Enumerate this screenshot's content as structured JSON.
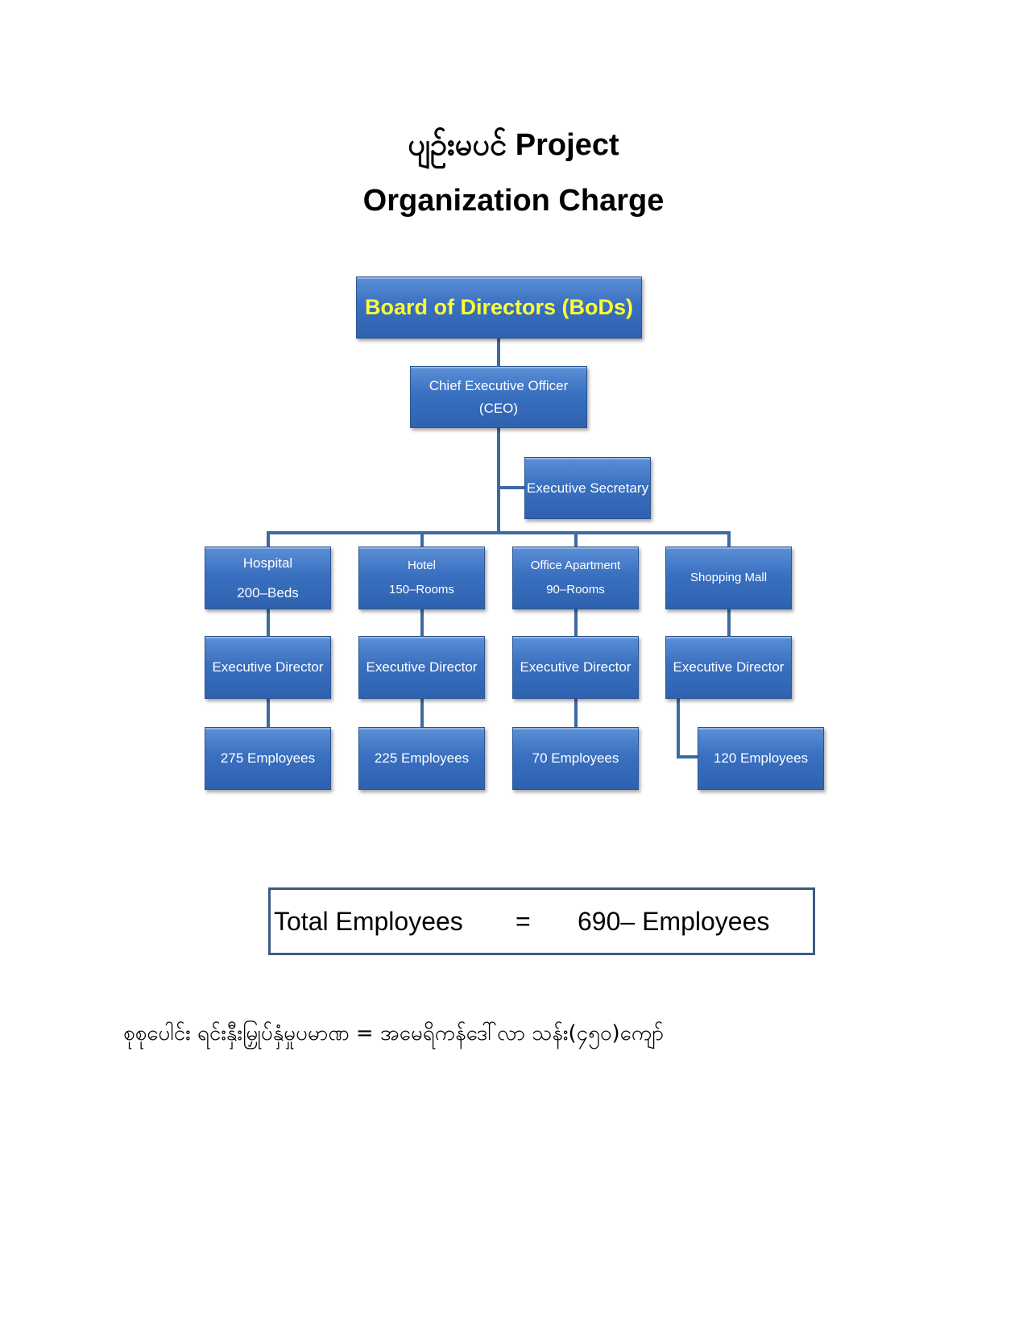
{
  "title": {
    "line1": "ပျဉ်းမပင် Project",
    "line2": "Organization Charge"
  },
  "bod": "Board of Directors (BoDs)",
  "ceo": {
    "line1": "Chief Executive Officer",
    "line2": "(CEO)"
  },
  "secretary": "Executive Secretary",
  "divisions": [
    {
      "name": "Hospital",
      "capacity": "200–Beds",
      "director": "Executive Director",
      "employees": "275 Employees"
    },
    {
      "name": "Hotel",
      "capacity": "150–Rooms",
      "director": "Executive Director",
      "employees": "225 Employees"
    },
    {
      "name": "Office Apartment",
      "capacity": "90–Rooms",
      "director": "Executive Director",
      "employees": "70 Employees"
    },
    {
      "name": "Shopping Mall",
      "capacity": "",
      "director": "Executive Director",
      "employees": "120 Employees"
    }
  ],
  "total": {
    "label": "Total Employees",
    "eq": "=",
    "value": "690– Employees"
  },
  "footer": "စုစုပေါင်း ရင်းနှီးမြှုပ်နှံမှုပမာဏ =  အမေရိကန်ဒေါ်လာ သန်း(၄၅၀)ကျော်",
  "colors": {
    "box": "#3a70c0",
    "bod_text": "#ffff33",
    "line": "#3d6aa3"
  }
}
